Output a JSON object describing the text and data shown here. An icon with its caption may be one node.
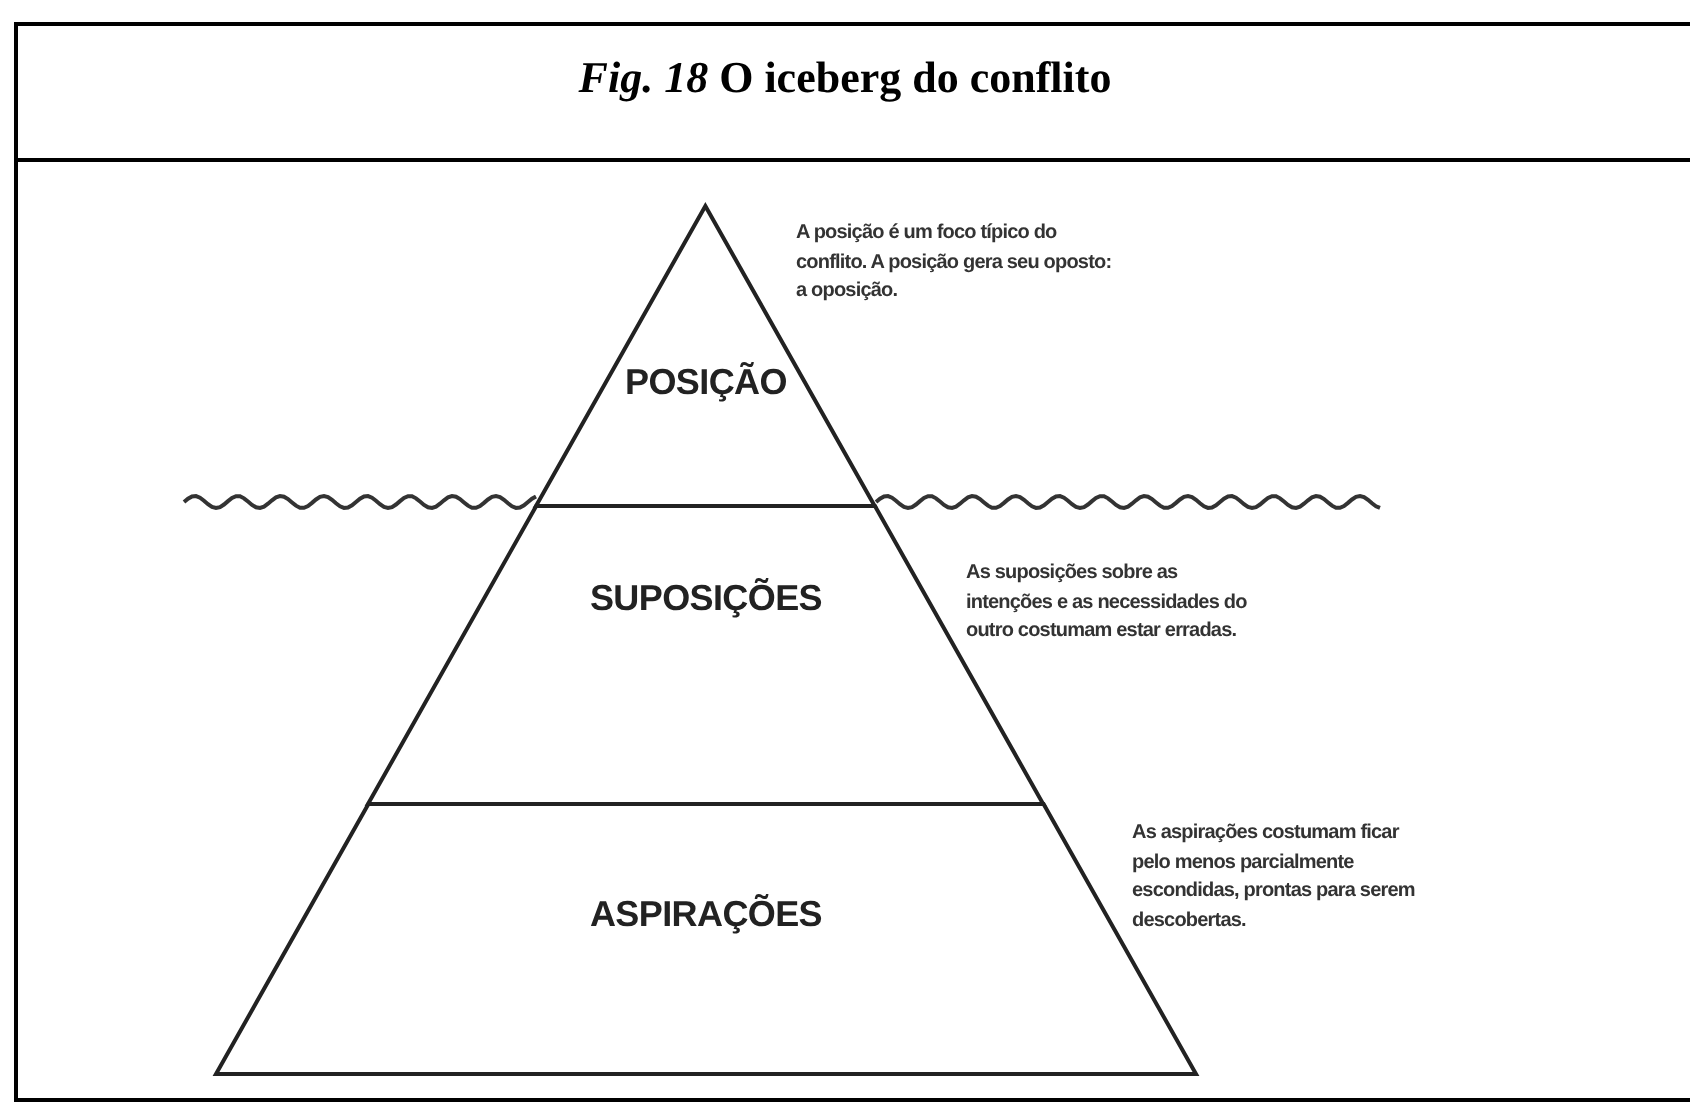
{
  "diagram": {
    "title": "*Fig.  18* O iceberg do conflito",
    "nodes": [
      {
        "text": [
          "POSIÇÃO"
        ],
        "beside": [
          "A posição é um foco típico do conflito. A posição gera seu oposto: a oposição."
        ]
      },
      {
        "text": [
          "SUPOSIÇÕES"
        ],
        "beside": [
          "As suposições sobre as intenções e as necessidades do outro costumam estar erradas."
        ]
      },
      {
        "text": [
          "ASPIRAÇÕES"
        ],
        "beside": [
          "As aspirações costumam ficar pelo menos parcialmente escondidas, prontas para serem descobertas."
        ]
      }
    ]
  }
}
